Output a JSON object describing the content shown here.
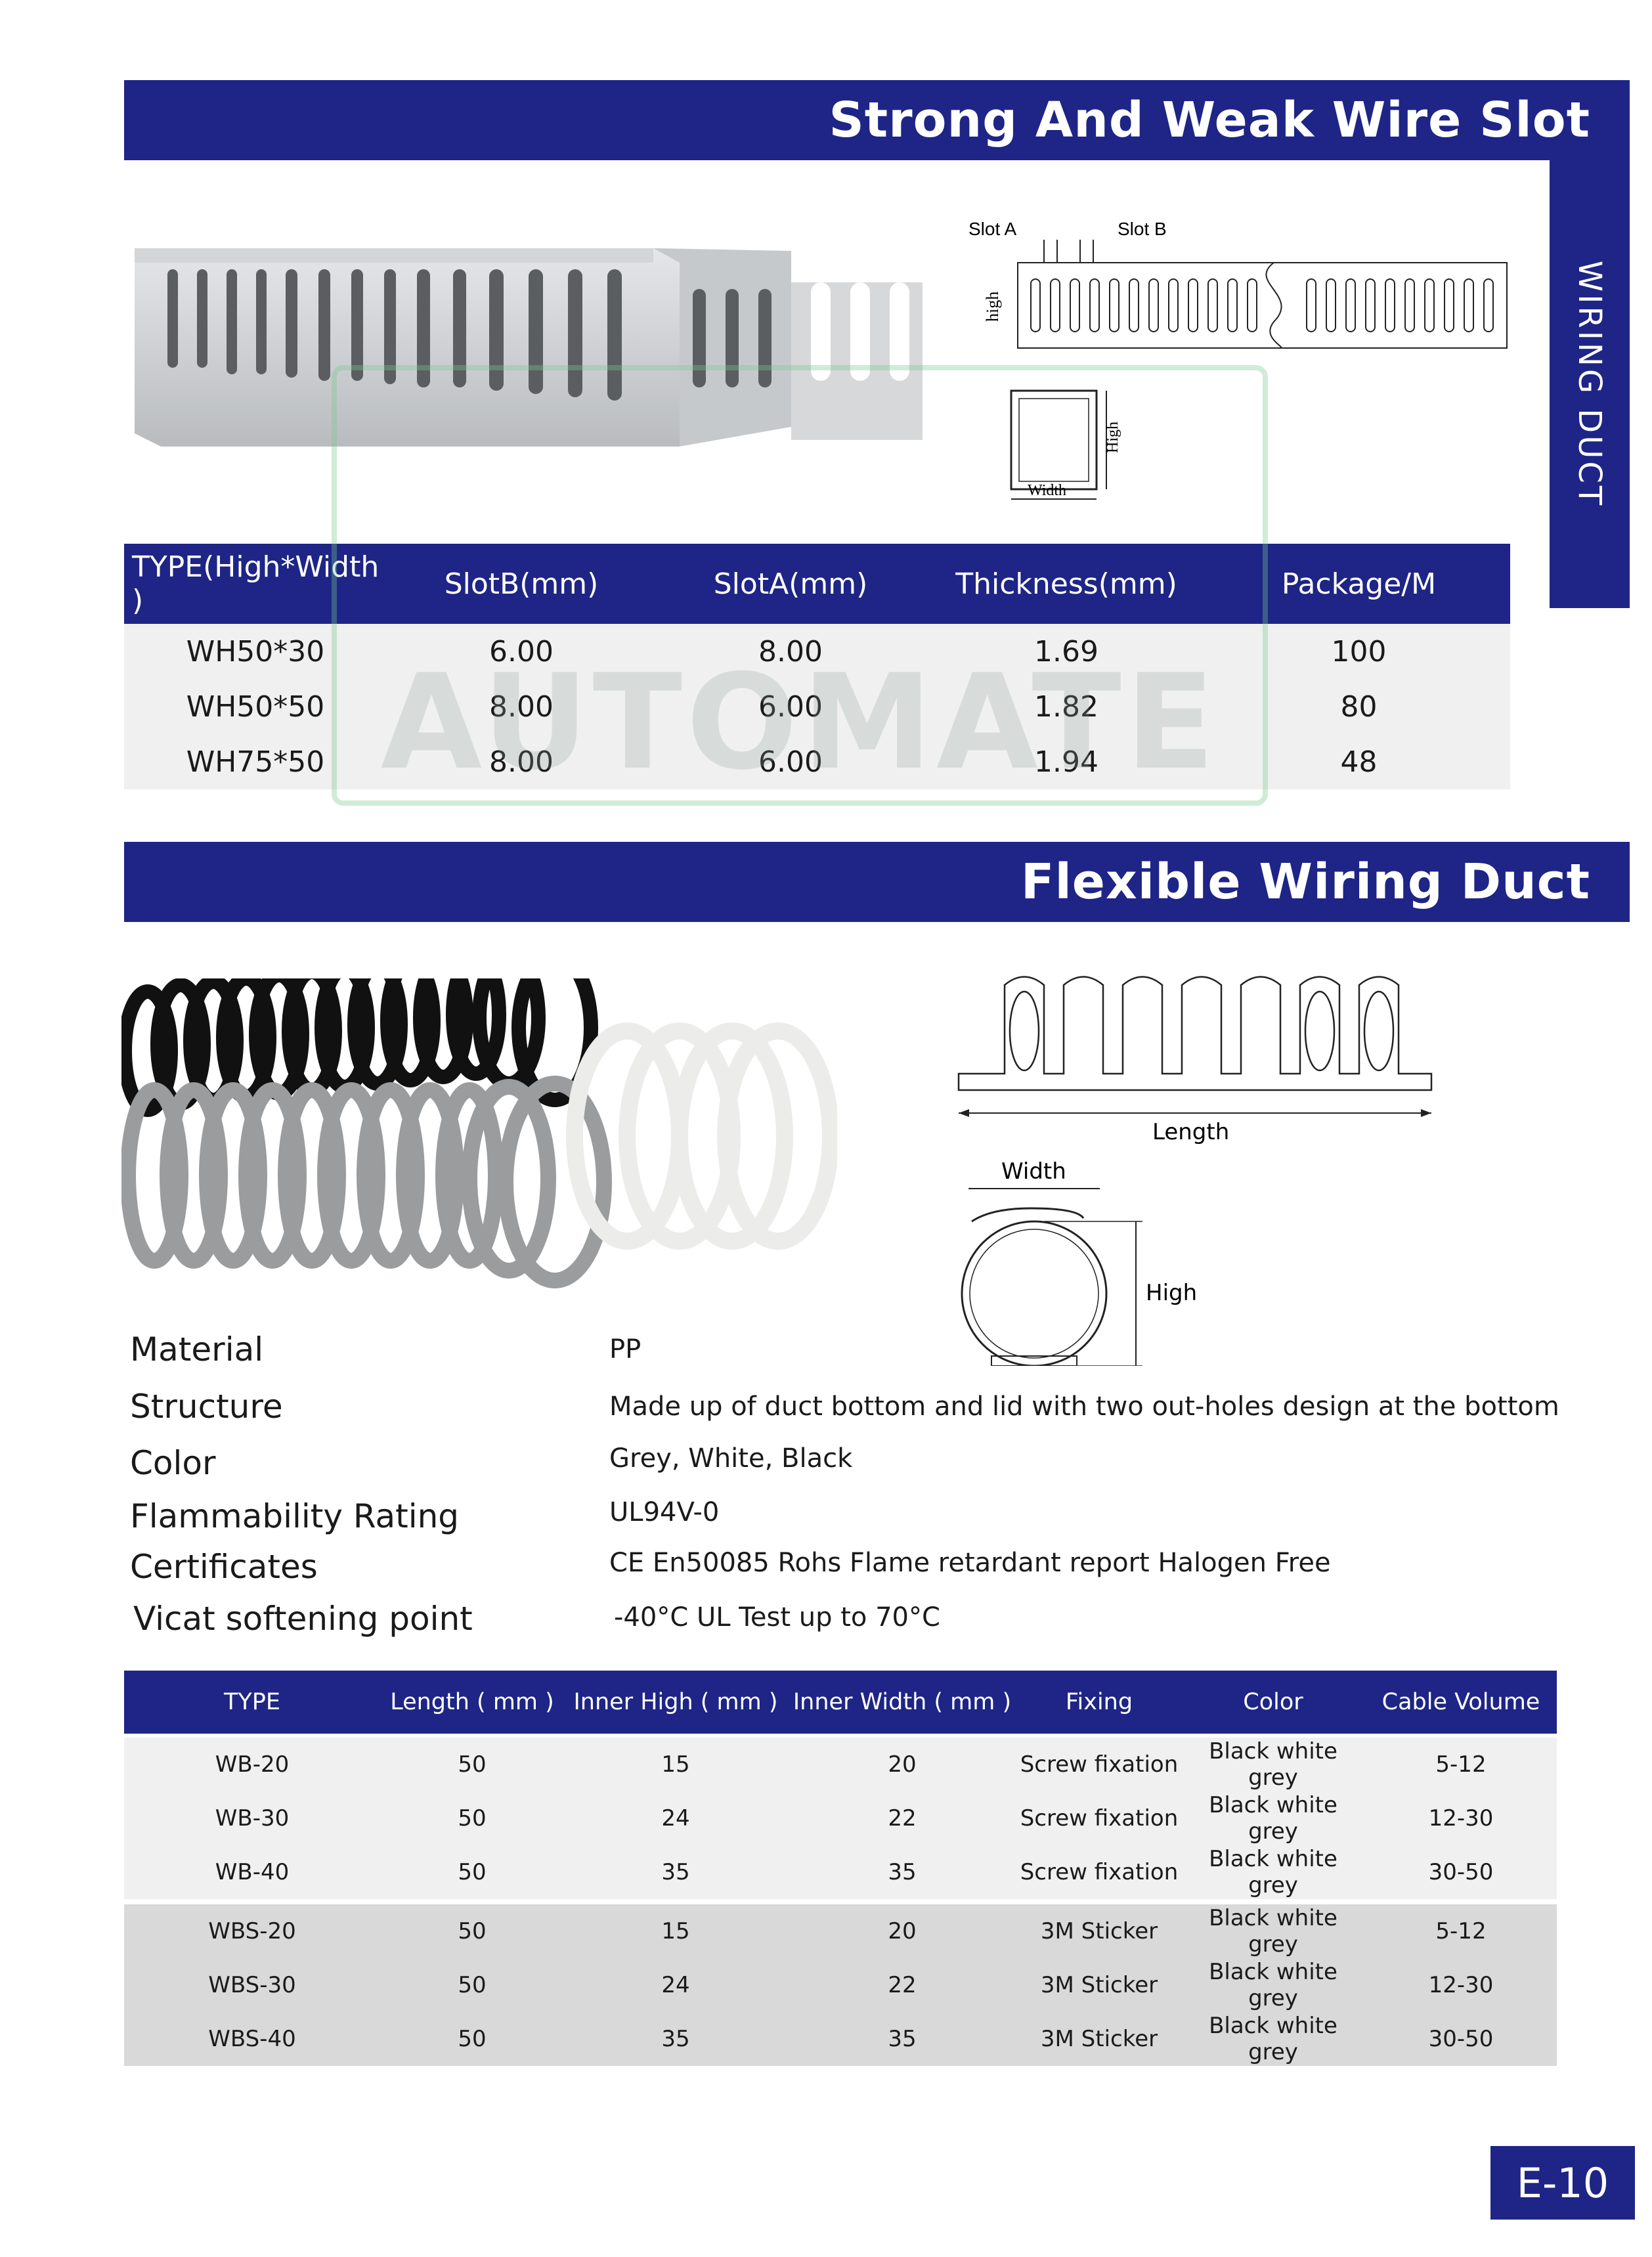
{
  "section1": {
    "title": "Strong And Weak Wire Slot",
    "side_tab": "WIRING DUCT",
    "diagram_labels": {
      "slot_a": "Slot A",
      "slot_b": "Slot B",
      "high_side": "high",
      "high": "High",
      "width": "Width"
    },
    "table": {
      "headers": [
        "TYPE(High*Width )",
        "SlotB(mm)",
        "SlotA(mm)",
        "Thickness(mm)",
        "Package/M"
      ],
      "rows": [
        [
          "WH50*30",
          "6.00",
          "8.00",
          "1.69",
          "100"
        ],
        [
          "WH50*50",
          "8.00",
          "6.00",
          "1.82",
          "80"
        ],
        [
          "WH75*50",
          "8.00",
          "6.00",
          "1.94",
          "48"
        ]
      ]
    }
  },
  "watermark": "AUTOMATE",
  "section2": {
    "title": "Flexible Wiring Duct",
    "diagram_labels": {
      "length": "Length",
      "width": "Width",
      "high": "High"
    },
    "specs": [
      {
        "label": "Material",
        "value": "PP"
      },
      {
        "label": "Structure",
        "value": "Made up of duct bottom and lid with two out-holes design at the bottom"
      },
      {
        "label": "Color",
        "value": "Grey, White, Black"
      },
      {
        "label": "Flammability Rating",
        "value": "UL94V-0"
      },
      {
        "label": "Certificates",
        "value": "CE En50085 Rohs Flame retardant report  Halogen Free"
      },
      {
        "label": "Vicat softening point",
        "value": "-40°C UL Test up to 70°C"
      }
    ],
    "table": {
      "headers": [
        "TYPE",
        "Length ( mm )",
        "Inner High ( mm )",
        "Inner Width ( mm )",
        "Fixing",
        "Color",
        "Cable Volume"
      ],
      "group1": [
        [
          "WB-20",
          "50",
          "15",
          "20",
          "Screw fixation",
          "Black white grey",
          "5-12"
        ],
        [
          "WB-30",
          "50",
          "24",
          "22",
          "Screw fixation",
          "Black white grey",
          "12-30"
        ],
        [
          "WB-40",
          "50",
          "35",
          "35",
          "Screw fixation",
          "Black white grey",
          "30-50"
        ]
      ],
      "group2": [
        [
          "WBS-20",
          "50",
          "15",
          "20",
          "3M Sticker",
          "Black white grey",
          "5-12"
        ],
        [
          "WBS-30",
          "50",
          "24",
          "22",
          "3M Sticker",
          "Black white grey",
          "12-30"
        ],
        [
          "WBS-40",
          "50",
          "35",
          "35",
          "3M Sticker",
          "Black white grey",
          "30-50"
        ]
      ]
    }
  },
  "page_number": "E-10",
  "colors": {
    "brand_blue": "#1e2586",
    "row_light": "#f0f0f0",
    "row_dark": "#d9d9d9"
  }
}
